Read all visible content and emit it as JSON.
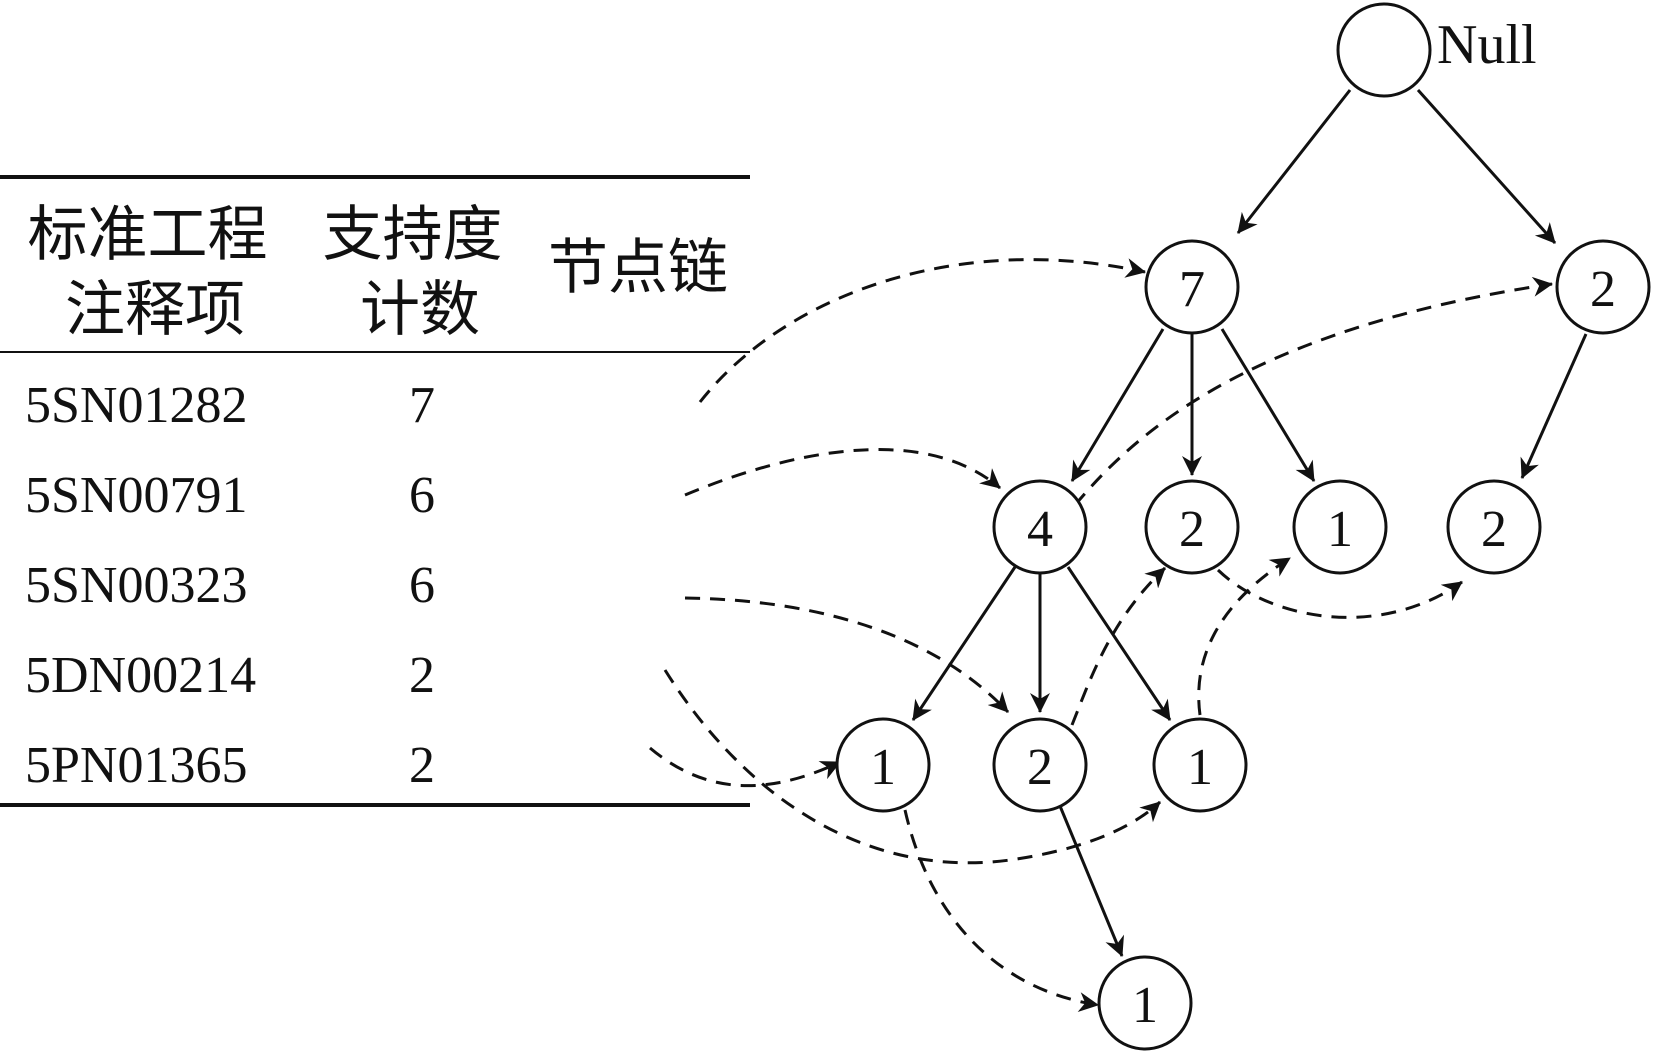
{
  "header_table": {
    "columns": [
      {
        "lines": [
          "标准工程",
          "注释项"
        ]
      },
      {
        "lines": [
          "支持度",
          "计数"
        ]
      },
      {
        "lines": [
          "节点链"
        ]
      }
    ],
    "rows": [
      {
        "item": "5SN01282",
        "count": "7"
      },
      {
        "item": "5SN00791",
        "count": "6"
      },
      {
        "item": "5SN00323",
        "count": "6"
      },
      {
        "item": "5DN00214",
        "count": "2"
      },
      {
        "item": "5PN01365",
        "count": "2"
      }
    ]
  },
  "tree": {
    "root_label": "Null",
    "nodes": [
      {
        "id": "root",
        "count": ""
      },
      {
        "id": "a7",
        "count": "7"
      },
      {
        "id": "b2",
        "count": "2"
      },
      {
        "id": "c4",
        "count": "4"
      },
      {
        "id": "c2",
        "count": "2"
      },
      {
        "id": "c1",
        "count": "1"
      },
      {
        "id": "d2",
        "count": "2"
      },
      {
        "id": "e1",
        "count": "1"
      },
      {
        "id": "e2",
        "count": "2"
      },
      {
        "id": "e3",
        "count": "1"
      },
      {
        "id": "f1",
        "count": "1"
      }
    ],
    "edges": [
      [
        "root",
        "a7"
      ],
      [
        "root",
        "b2"
      ],
      [
        "a7",
        "c4"
      ],
      [
        "a7",
        "c2"
      ],
      [
        "a7",
        "c1"
      ],
      [
        "b2",
        "d2"
      ],
      [
        "c4",
        "e1"
      ],
      [
        "c4",
        "e2"
      ],
      [
        "c4",
        "e3"
      ],
      [
        "e2",
        "f1"
      ]
    ]
  }
}
